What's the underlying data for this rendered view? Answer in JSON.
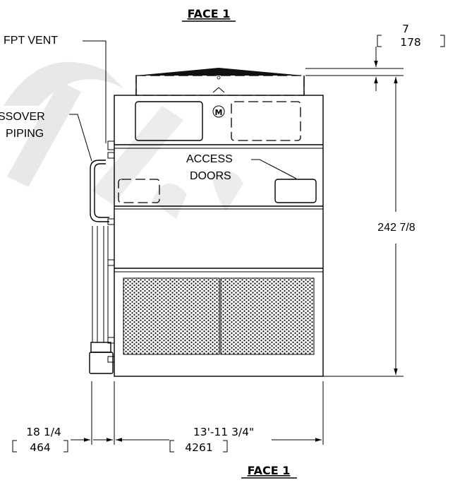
{
  "labels": {
    "face_top": "FACE 1",
    "face_bottom": "FACE 1",
    "fpt_vent": "FPT VENT",
    "crossover_line1": "SSOVER",
    "crossover_line2": "PIPING",
    "access_line1": "ACCESS",
    "access_line2": "DOORS",
    "brand_mark": "M"
  },
  "dimensions": {
    "top_inches": "7",
    "top_mm": "178",
    "height": "242 7/8",
    "left_width_inches": "18 1/4",
    "left_width_mm": "464",
    "main_width_imperial": "13'-11 3/4\"",
    "main_width_mm": "4261"
  },
  "colors": {
    "line": "#000000",
    "watermark": "#e6e6e6",
    "background": "#ffffff"
  }
}
